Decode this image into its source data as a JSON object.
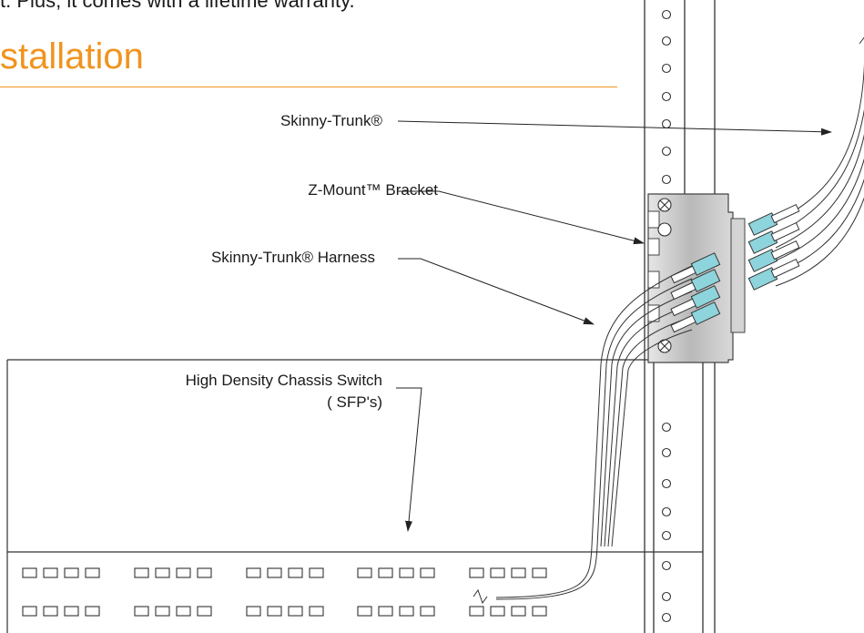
{
  "intro_text": "t. Plus, it comes with a lifetime warranty.",
  "section_heading": "stallation",
  "labels": {
    "trunk": "Skinny-Trunk®",
    "bracket": "Z-Mount™ Bracket",
    "harness": "Skinny-Trunk® Harness",
    "switch_line1": "High Density Chassis Switch",
    "switch_line2": "( SFP's)"
  },
  "colors": {
    "accent": "#f0941e",
    "connector": "#8ed4dc",
    "bracket": "#c9c9c9",
    "line": "#222222"
  }
}
